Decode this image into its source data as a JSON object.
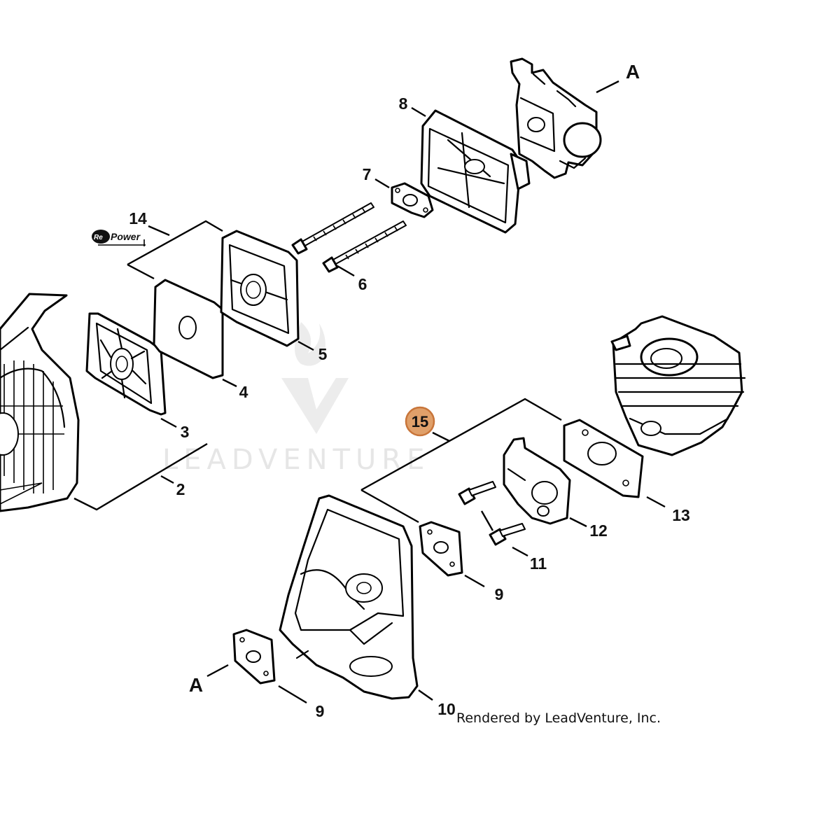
{
  "callouts": {
    "c2": "2",
    "c3": "3",
    "c4": "4",
    "c5": "5",
    "c6": "6",
    "c7": "7",
    "c8": "8",
    "c9a": "9",
    "c9b": "9",
    "c10": "10",
    "c11": "11",
    "c12": "12",
    "c13": "13",
    "c14": "14",
    "c15": "15"
  },
  "reference_labels": {
    "top": "A",
    "bottom": "A"
  },
  "highlight": {
    "callout": "15",
    "color": "#e0a06a",
    "border": "#c8753a"
  },
  "logo": {
    "badge": "Re",
    "text": "Power"
  },
  "watermark": {
    "text": "LEADVENTURE",
    "color": "#e6e6e6"
  },
  "credit": "Rendered by LeadVenture, Inc."
}
